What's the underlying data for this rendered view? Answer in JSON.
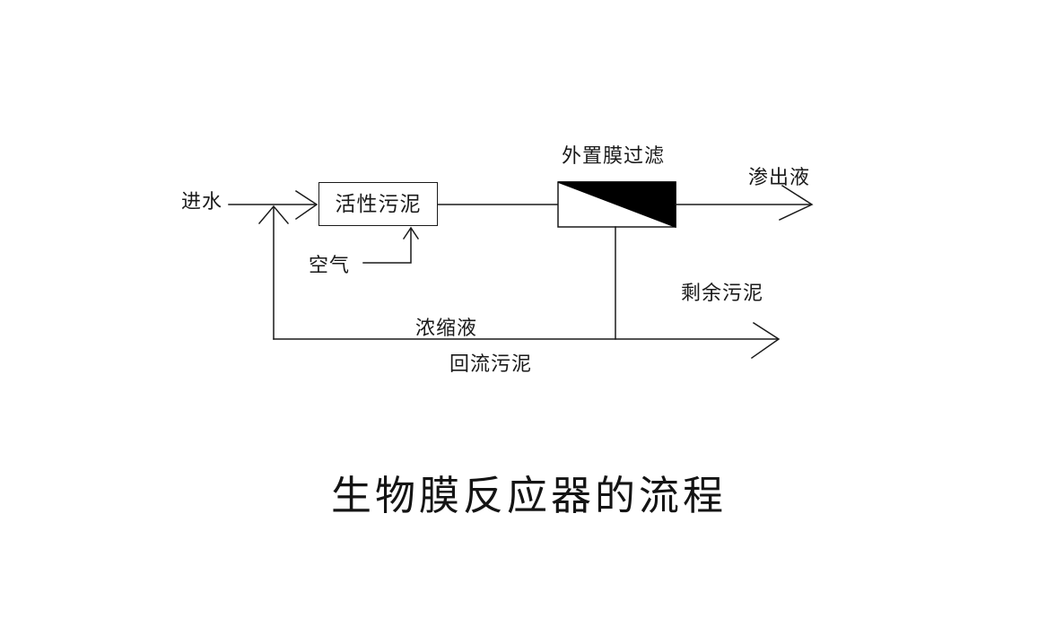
{
  "diagram": {
    "title": "生物膜反应器的流程",
    "nodes": {
      "activated_sludge": "活性污泥",
      "membrane_filter": "外置膜过滤"
    },
    "streams": {
      "influent": "进水",
      "air": "空气",
      "permeate": "渗出液",
      "excess_sludge": "剩余污泥",
      "concentrate": "浓缩液",
      "return_sludge": "回流污泥"
    },
    "colors": {
      "line": "#1a1a1a",
      "text": "#1a1a1a",
      "membrane_fill": "#000000",
      "background": "#ffffff"
    }
  }
}
